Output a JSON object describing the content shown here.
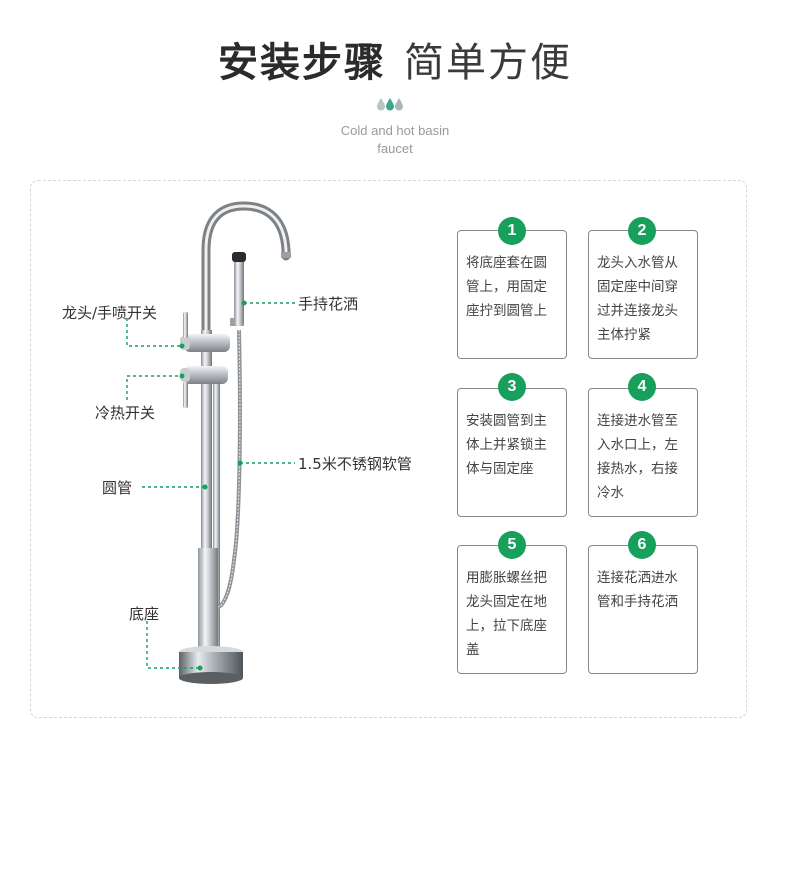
{
  "header": {
    "title_bold": "安装步骤",
    "title_light": "简单方便",
    "subtitle_line1": "Cold and hot basin",
    "subtitle_line2": "faucet"
  },
  "colors": {
    "accent": "#17a05c",
    "drop_left": "#b8c4c2",
    "drop_mid": "#3ea58a",
    "drop_right": "#a9b8b5"
  },
  "labels": {
    "faucet_switch": "龙头/手喷开关",
    "hand_shower": "手持花洒",
    "temp_switch": "冷热开关",
    "hose": "1.5米不锈钢软管",
    "pipe": "圆管",
    "base": "底座"
  },
  "steps": [
    {
      "number": "1",
      "text": "将底座套在圆管上，用固定座拧到圆管上"
    },
    {
      "number": "2",
      "text": "龙头入水管从固定座中间穿过并连接龙头主体拧紧"
    },
    {
      "number": "3",
      "text": "安装圆管到主体上并紧锁主体与固定座"
    },
    {
      "number": "4",
      "text": "连接进水管至入水口上，左接热水，右接冷水"
    },
    {
      "number": "5",
      "text": "用膨胀螺丝把龙头固定在地上，拉下底座盖"
    },
    {
      "number": "6",
      "text": "连接花洒进水管和手持花洒"
    }
  ]
}
